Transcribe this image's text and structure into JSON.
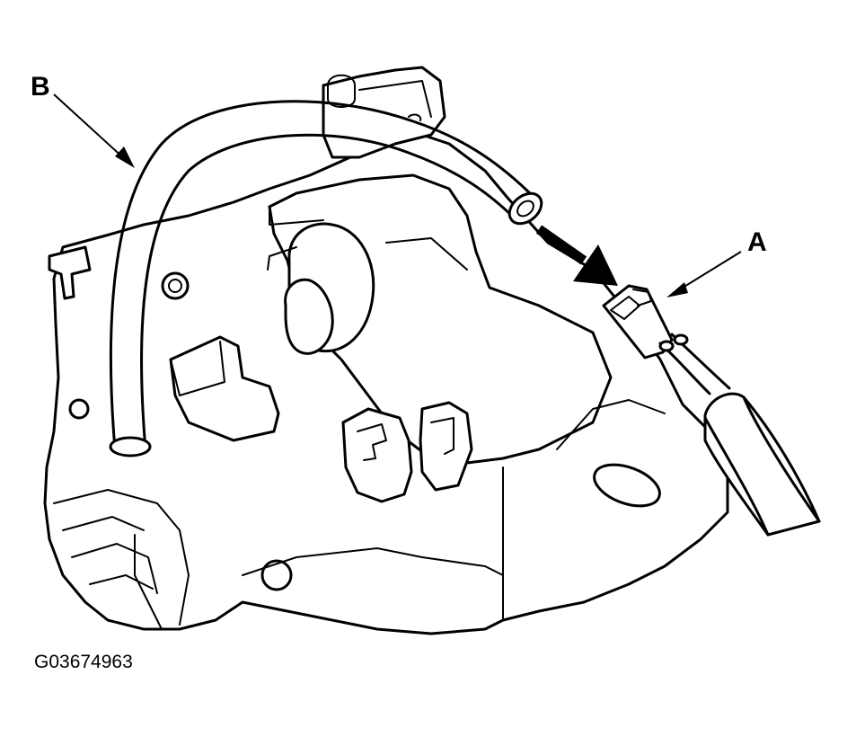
{
  "callouts": {
    "a": "A",
    "b": "B"
  },
  "figure_id": "G03674963",
  "colors": {
    "ink": "#000000",
    "paper": "#ffffff"
  }
}
